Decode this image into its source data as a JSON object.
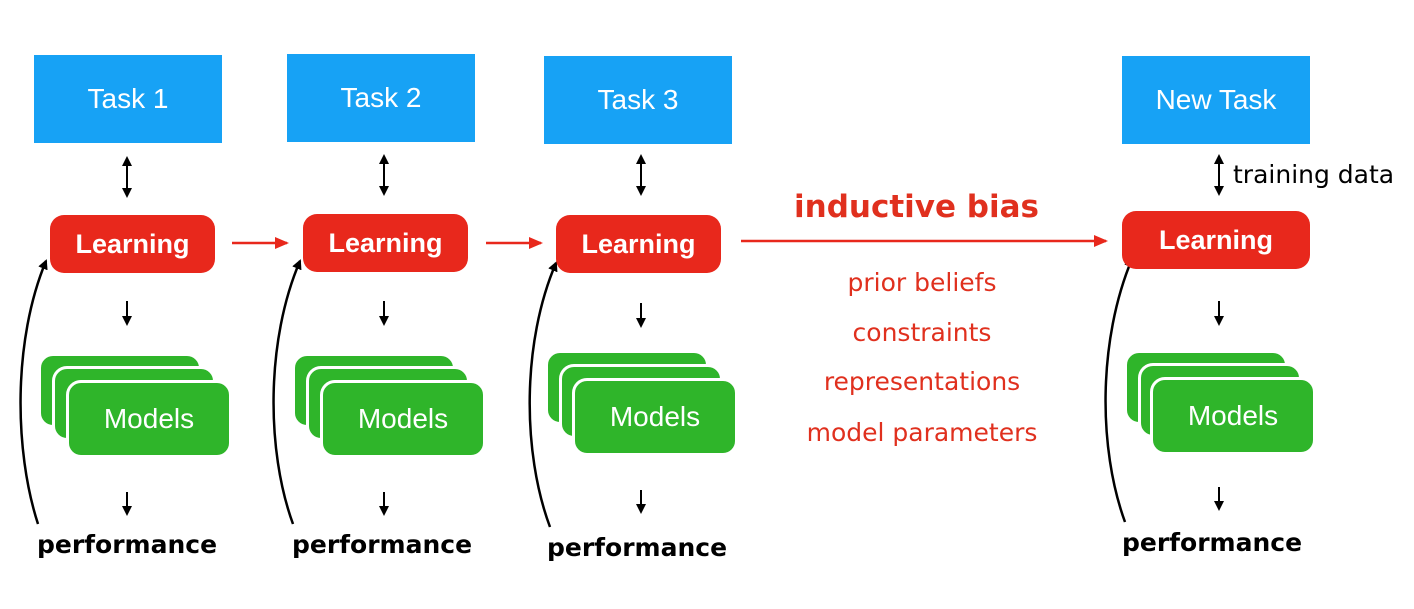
{
  "columns": [
    {
      "task": "Task 1",
      "learning": "Learning",
      "models": "Models",
      "performance": "performance"
    },
    {
      "task": "Task 2",
      "learning": "Learning",
      "models": "Models",
      "performance": "performance"
    },
    {
      "task": "Task 3",
      "learning": "Learning",
      "models": "Models",
      "performance": "performance"
    },
    {
      "task": "New Task",
      "learning": "Learning",
      "models": "Models",
      "performance": "performance"
    }
  ],
  "transfer": {
    "title": "inductive bias",
    "items": [
      "prior beliefs",
      "constraints",
      "representations",
      "model parameters"
    ]
  },
  "training_data_label": "training data",
  "colors": {
    "task": "#17a2f5",
    "learning": "#e8281c",
    "models": "#2fb52a",
    "transfer_text": "#e0301e",
    "arrow": "#000000"
  }
}
